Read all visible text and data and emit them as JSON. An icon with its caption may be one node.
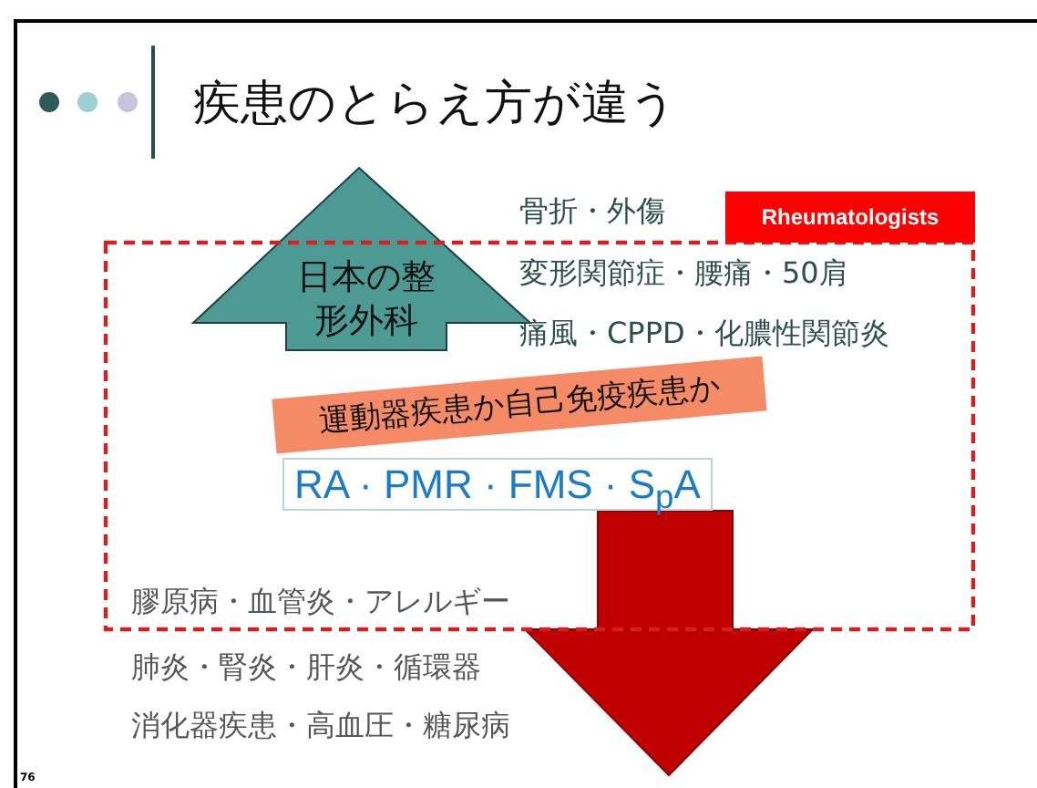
{
  "diagram": {
    "title": "疾患のとらえ方が違う",
    "nodes": [
      {
        "text": [
          "Rheumatologists"
        ]
      },
      {
        "text": [
          "日本の整形外科"
        ]
      },
      {
        "text": [],
        "shape": "arrow"
      },
      {
        "text": [
          "運動器疾患か自己免疫疾患か"
        ],
        "in": 0
      },
      {
        "text": [
          "RA · PMR · FMS · S$_{p}$A"
        ],
        "in": 0
      }
    ],
    "labels": [
      "骨折・外傷",
      "変形関節症・腰痛・50肩",
      "痛風・CPPD・化膿性関節炎",
      "膠原病・血管炎・アレルギー",
      "肺炎・腎炎・肝炎・循環器",
      "消化器疾患・高血圧・糖尿病",
      "76"
    ]
  }
}
